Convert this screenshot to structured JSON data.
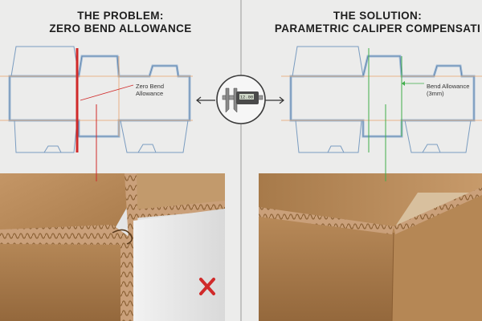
{
  "left_panel": {
    "title_line1": "THE PROBLEM:",
    "title_line2": "ZERO BEND ALLOWANCE",
    "callout_line1": "Zero Bend",
    "callout_line2": "Allowance",
    "result_icon": "red-x-icon"
  },
  "right_panel": {
    "title_line1": "THE SOLUTION:",
    "title_line2": "PARAMETRIC CALIPER COMPENSATI",
    "callout_line1": "Bend Allowance",
    "callout_line2": "(3mm)"
  },
  "center": {
    "icon": "digital-caliper-icon",
    "caliper_readout": "12.00"
  },
  "colors": {
    "background": "#ececeb",
    "dieline": "#7a9cc0",
    "fold_line": "#e6a36a",
    "problem_accent": "#d02a2a",
    "solution_accent": "#3fae4a",
    "cardboard": "#b88a58"
  }
}
